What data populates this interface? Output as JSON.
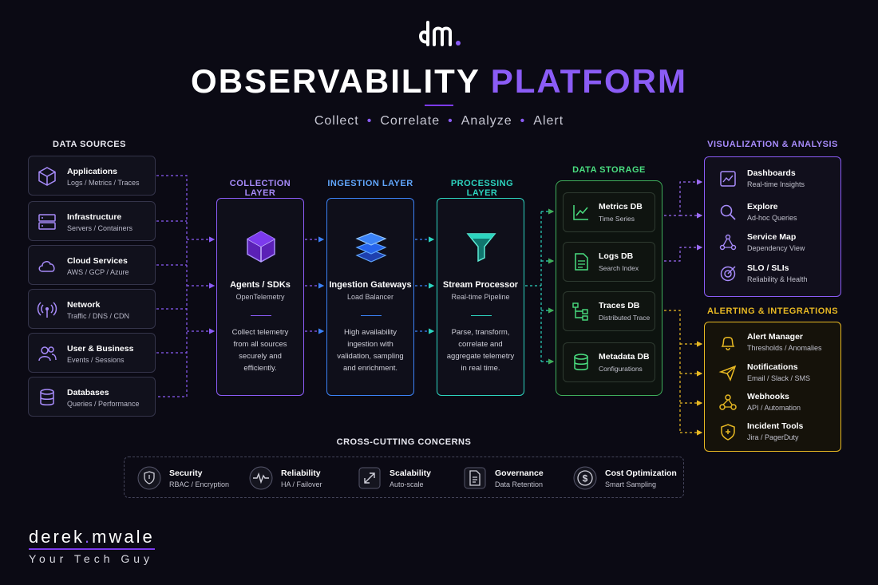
{
  "header": {
    "logo_text": "dm.",
    "title_part1": "OBSERVABILITY",
    "title_part2": "PLATFORM",
    "tagline": [
      "Collect",
      "Correlate",
      "Analyze",
      "Alert"
    ]
  },
  "data_sources": {
    "heading": "DATA SOURCES",
    "items": [
      {
        "title": "Applications",
        "subtitle": "Logs / Metrics / Traces",
        "icon": "cube-icon"
      },
      {
        "title": "Infrastructure",
        "subtitle": "Servers / Containers",
        "icon": "server-icon"
      },
      {
        "title": "Cloud Services",
        "subtitle": "AWS / GCP / Azure",
        "icon": "cloud-icon"
      },
      {
        "title": "Network",
        "subtitle": "Traffic / DNS / CDN",
        "icon": "broadcast-icon"
      },
      {
        "title": "User & Business",
        "subtitle": "Events / Sessions",
        "icon": "users-icon"
      },
      {
        "title": "Databases",
        "subtitle": "Queries / Performance",
        "icon": "database-icon"
      }
    ]
  },
  "collection": {
    "heading": "COLLECTION LAYER",
    "name": "Agents / SDKs",
    "sub": "OpenTelemetry",
    "desc": "Collect telemetry from all sources securely and efficiently.",
    "color": "#8b5cf6",
    "icon": "hexagon-cube-icon"
  },
  "ingestion": {
    "heading": "INGESTION LAYER",
    "name": "Ingestion Gateways",
    "sub": "Load Balancer",
    "desc": "High availability ingestion with validation, sampling and enrichment.",
    "color": "#3b82f6",
    "icon": "layers-icon"
  },
  "processing": {
    "heading": "PROCESSING LAYER",
    "name": "Stream Processor",
    "sub": "Real-time Pipeline",
    "desc": "Parse, transform, correlate and aggregate telemetry in real time.",
    "color": "#2dd4bf",
    "icon": "funnel-icon"
  },
  "storage": {
    "heading": "DATA STORAGE",
    "color": "#3fae5b",
    "items": [
      {
        "title": "Metrics DB",
        "subtitle": "Time Series",
        "icon": "trend-chart-icon"
      },
      {
        "title": "Logs DB",
        "subtitle": "Search Index",
        "icon": "document-icon"
      },
      {
        "title": "Traces DB",
        "subtitle": "Distributed Trace",
        "icon": "trace-tree-icon"
      },
      {
        "title": "Metadata DB",
        "subtitle": "Configurations",
        "icon": "database-icon"
      }
    ]
  },
  "visualization": {
    "heading": "VISUALIZATION & ANALYSIS",
    "color": "#9b6bf5",
    "items": [
      {
        "title": "Dashboards",
        "subtitle": "Real-time Insights",
        "icon": "dashboard-icon"
      },
      {
        "title": "Explore",
        "subtitle": "Ad-hoc Queries",
        "icon": "search-icon"
      },
      {
        "title": "Service Map",
        "subtitle": "Dependency View",
        "icon": "network-icon"
      },
      {
        "title": "SLO / SLIs",
        "subtitle": "Reliability & Health",
        "icon": "target-icon"
      }
    ]
  },
  "alerting": {
    "heading": "ALERTING & INTEGRATIONS",
    "color": "#e8b923",
    "items": [
      {
        "title": "Alert Manager",
        "subtitle": "Thresholds / Anomalies",
        "icon": "bell-icon"
      },
      {
        "title": "Notifications",
        "subtitle": "Email / Slack / SMS",
        "icon": "send-icon"
      },
      {
        "title": "Webhooks",
        "subtitle": "API / Automation",
        "icon": "webhook-icon"
      },
      {
        "title": "Incident Tools",
        "subtitle": "Jira / PagerDuty",
        "icon": "shield-plus-icon"
      }
    ]
  },
  "cross_cutting": {
    "heading": "CROSS-CUTTING CONCERNS",
    "items": [
      {
        "title": "Security",
        "subtitle": "RBAC / Encryption",
        "icon": "shield-icon"
      },
      {
        "title": "Reliability",
        "subtitle": "HA / Failover",
        "icon": "pulse-icon"
      },
      {
        "title": "Scalability",
        "subtitle": "Auto-scale",
        "icon": "expand-icon"
      },
      {
        "title": "Governance",
        "subtitle": "Data Retention",
        "icon": "document-icon"
      },
      {
        "title": "Cost Optimization",
        "subtitle": "Smart Sampling",
        "icon": "dollar-icon"
      }
    ]
  },
  "footer": {
    "brand_first": "derek",
    "brand_dot": ".",
    "brand_last": "mwale",
    "tagline": "Your Tech Guy"
  }
}
